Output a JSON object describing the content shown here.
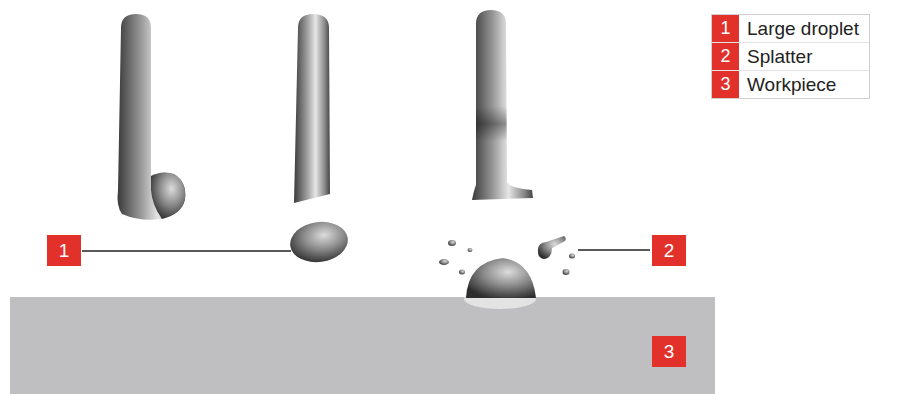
{
  "diagram": {
    "labels": [
      "1",
      "2",
      "3",
      "1",
      "2",
      "3"
    ],
    "legend": [
      {
        "text": "Large droplet",
        "color": "#e2312b"
      },
      {
        "text": "Splatter",
        "color": "#e2312b"
      },
      {
        "text": "Workpiece",
        "color": "#e2312b"
      }
    ]
  }
}
